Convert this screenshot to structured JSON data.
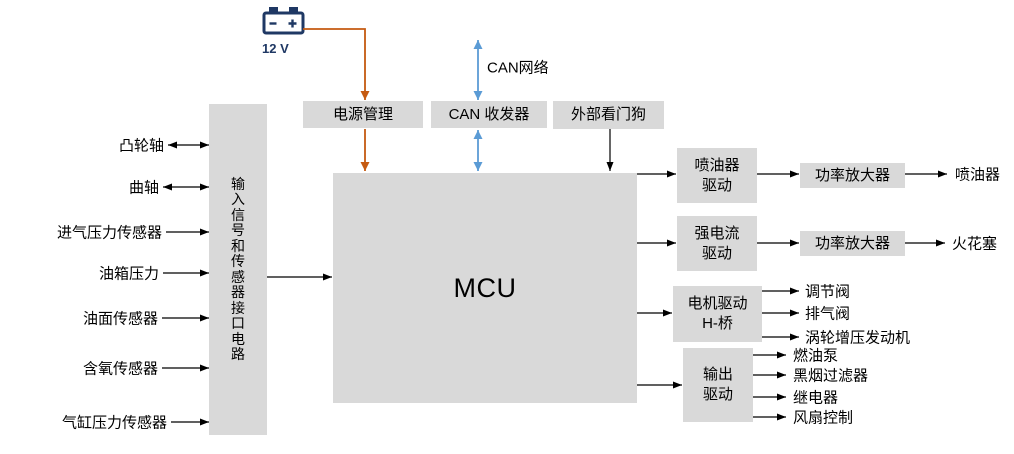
{
  "colors": {
    "box_fill": "#d9d9d9",
    "arrow_black": "#000000",
    "arrow_orange": "#c55a11",
    "arrow_blue": "#5b9bd5",
    "battery_navy": "#1f3864",
    "background": "#ffffff"
  },
  "battery": {
    "icon": "battery-icon",
    "voltage_label": "12 V"
  },
  "top_row": {
    "can_network_label": "CAN网络",
    "power_management_label": "电源管理",
    "can_transceiver_label": "CAN 收发器",
    "watchdog_label": "外部看门狗"
  },
  "mcu": {
    "label": "MCU"
  },
  "input_interface": {
    "label": "输入信号和传感器接口电路"
  },
  "inputs": [
    {
      "label": "凸轮轴",
      "direction": "bidirectional"
    },
    {
      "label": "曲轴",
      "direction": "bidirectional"
    },
    {
      "label": "进气压力传感器",
      "direction": "input"
    },
    {
      "label": "油箱压力",
      "direction": "input"
    },
    {
      "label": "油面传感器",
      "direction": "input"
    },
    {
      "label": "含氧传感器",
      "direction": "input"
    },
    {
      "label": "气缸压力传感器",
      "direction": "input"
    }
  ],
  "output_chains": {
    "injector": {
      "driver_label": "喷油器\n驱动",
      "amplifier_label": "功率放大器",
      "terminal_label": "喷油器"
    },
    "spark_plug": {
      "driver_label": "强电流\n驱动",
      "amplifier_label": "功率放大器",
      "terminal_label": "火花塞"
    },
    "motor": {
      "driver_label": "电机驱动\nH-桥",
      "terminals": [
        "调节阀",
        "排气阀",
        "涡轮增压发动机"
      ]
    },
    "general": {
      "driver_label": "输出\n驱动",
      "terminals": [
        "燃油泵",
        "黑烟过滤器",
        "继电器",
        "风扇控制"
      ]
    }
  }
}
